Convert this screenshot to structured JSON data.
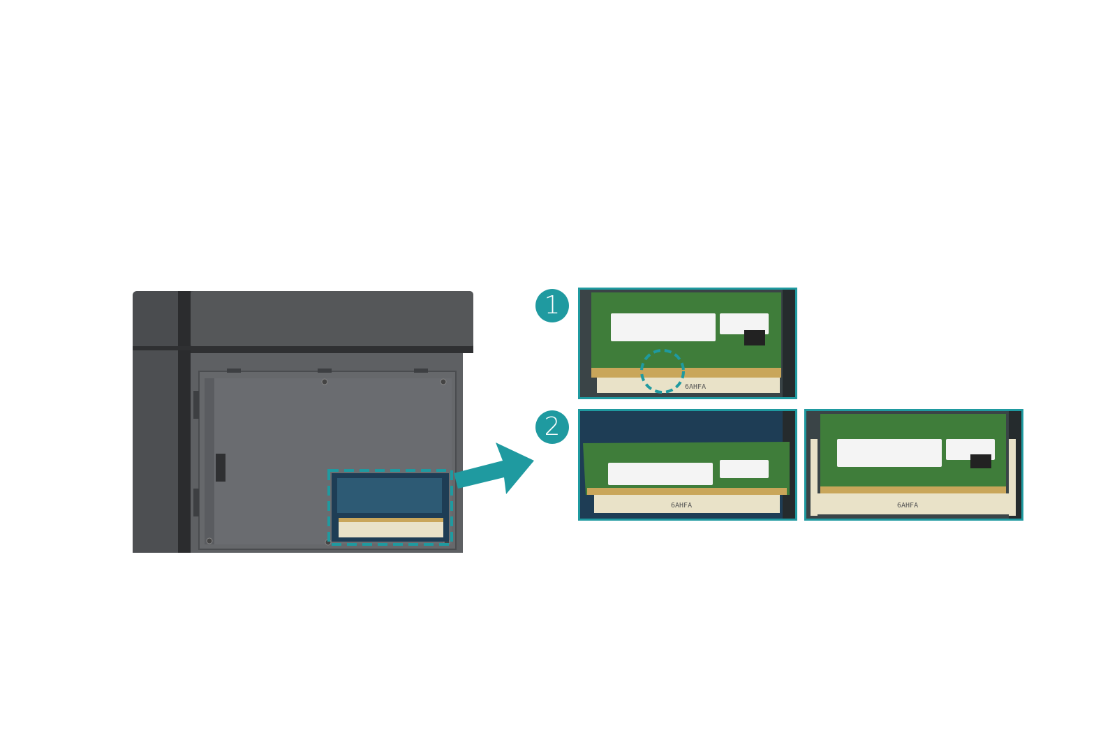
{
  "steps": [
    {
      "number": "1"
    },
    {
      "number": "2"
    }
  ],
  "module_label": "6AHFA",
  "colors": {
    "accent": "#1f9aa0",
    "device_body": "#5c5e61",
    "device_dark": "#3f4144",
    "pcb_green": "#3f7d3a",
    "slot_ivory": "#e9e2c8"
  },
  "icons": [
    "arrow-right-icon"
  ]
}
